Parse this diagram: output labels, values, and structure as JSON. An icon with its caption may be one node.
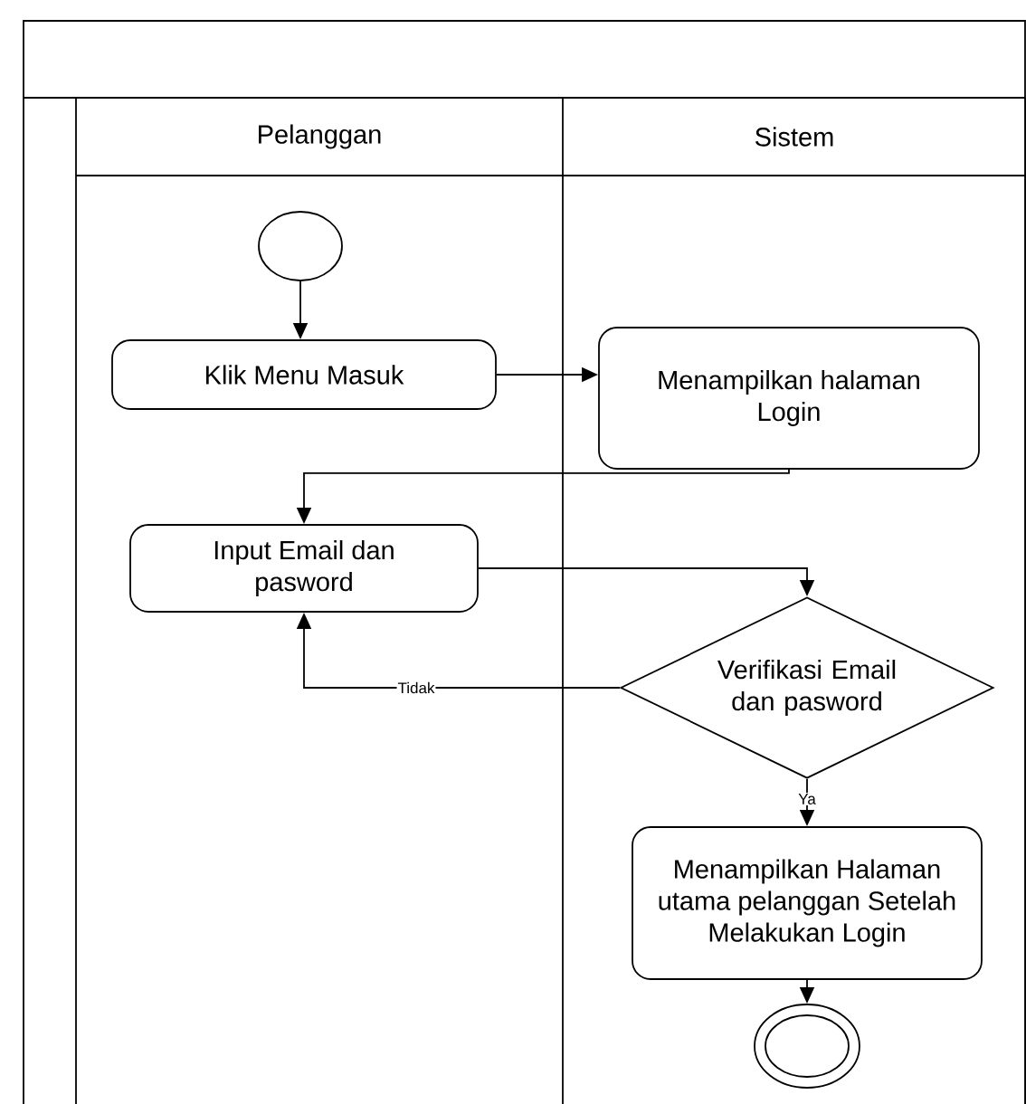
{
  "diagram": {
    "nodes": [
      {
        "text": [
          "Pelanggan"
        ]
      },
      {
        "text": [
          "Sistem"
        ]
      },
      {
        "text": [],
        "shape": "circle",
        "in": 0
      },
      {
        "text": [
          "Klik Menu Masuk"
        ],
        "in": 0
      },
      {
        "text": [
          "Menampilkan halaman Login"
        ],
        "in": 1
      },
      {
        "text": [
          "Input Email dan pasword"
        ],
        "in": 0
      },
      {
        "text": [
          "Verifikasi Email dan pasword"
        ],
        "in": 1
      },
      {
        "text": [
          "Menampilkan Halaman utama pelanggan Setelah Melakukan Login"
        ],
        "in": 1
      },
      {
        "text": [],
        "shape": "circle",
        "in": 1
      }
    ],
    "edges": [
      {
        "from": 2,
        "to": 3,
        "arrow": "to"
      },
      {
        "from": 3,
        "to": 4,
        "arrow": "to"
      },
      {
        "from": 4,
        "to": 5,
        "arrow": "to"
      },
      {
        "from": 5,
        "to": 6,
        "arrow": "to"
      },
      {
        "from": 6,
        "to": 5,
        "arrow": "to",
        "label": "Tidak"
      },
      {
        "from": 6,
        "to": 7,
        "arrow": "to",
        "label": "Ya"
      },
      {
        "from": 7,
        "to": 8,
        "arrow": "to"
      }
    ]
  }
}
